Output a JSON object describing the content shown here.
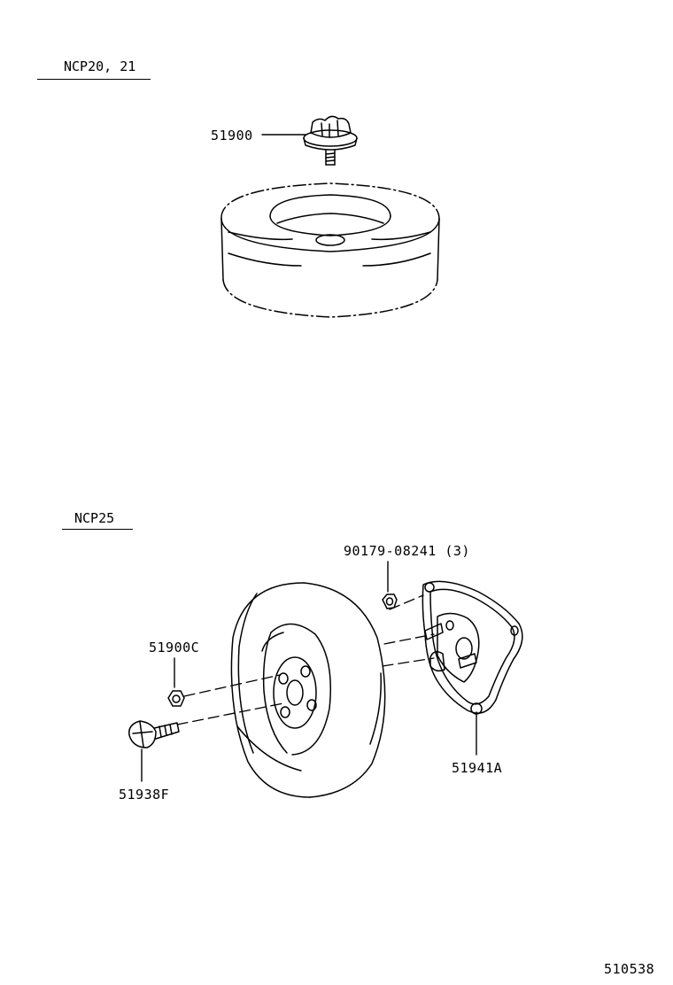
{
  "sections": [
    {
      "label": "NCP20, 21"
    },
    {
      "label": "NCP25"
    }
  ],
  "callouts": {
    "p51900": "51900",
    "p90179": "90179-08241 (3)",
    "p51900C": "51900C",
    "p51938F": "51938F",
    "p51941A": "51941A"
  },
  "figure_id": "510538"
}
